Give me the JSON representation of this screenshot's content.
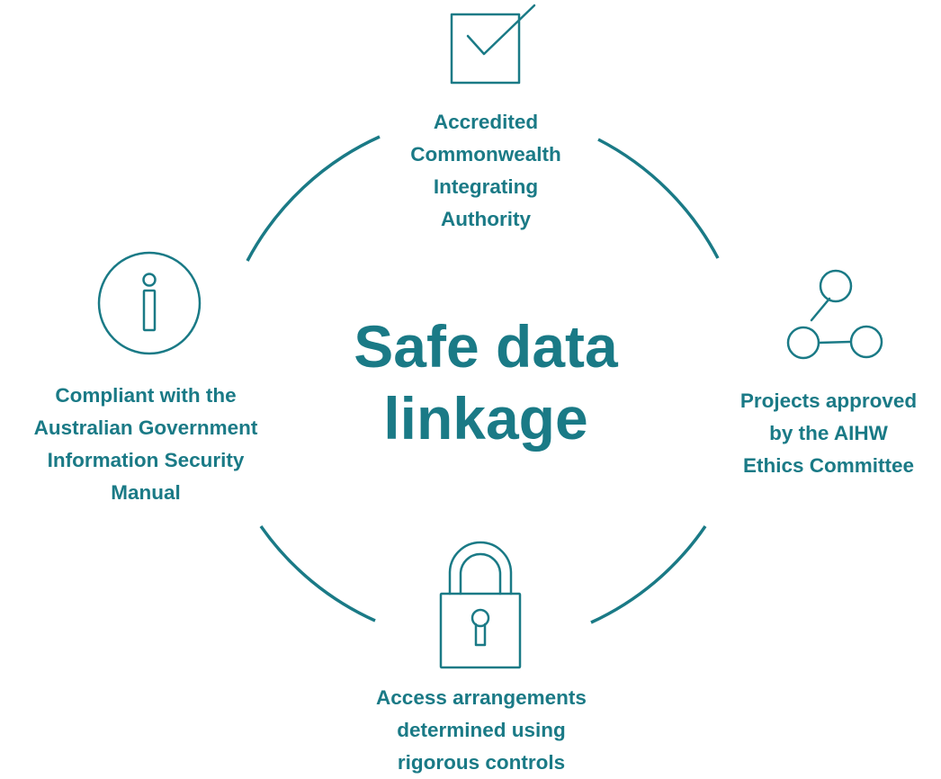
{
  "center": {
    "line1": "Safe data",
    "line2": "linkage"
  },
  "items": {
    "top": {
      "icon": "checkbox-icon",
      "lines": [
        "Accredited",
        "Commonwealth",
        "Integrating",
        "Authority"
      ]
    },
    "right": {
      "icon": "network-icon",
      "lines": [
        "Projects approved",
        "by the AIHW",
        "Ethics Committee"
      ]
    },
    "bottom": {
      "icon": "padlock-icon",
      "lines": [
        "Access arrangements",
        "determined using",
        "rigorous controls"
      ]
    },
    "left": {
      "icon": "info-icon",
      "lines": [
        "Compliant with the",
        "Australian Government",
        "Information Security",
        "Manual"
      ]
    }
  },
  "colors": {
    "accent": "#1a7a86"
  }
}
